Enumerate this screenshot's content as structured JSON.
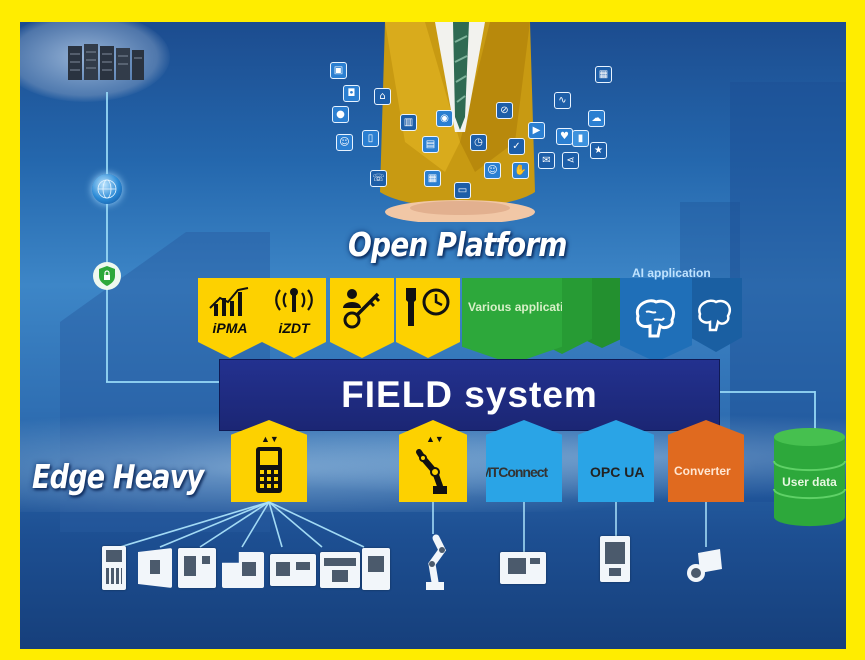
{
  "titles": {
    "open_platform": "Open Platform",
    "edge_heavy": "Edge Heavy"
  },
  "field_bar": {
    "label": "FIELD system"
  },
  "top_apps": {
    "ipma": "iPMA",
    "izdt": "iZDT",
    "various": "Various application",
    "ai": "AI application"
  },
  "bottom_connectors": {
    "mtconnect": "MTConnect",
    "opcua": "OPC UA",
    "converter": "Converter",
    "user_data": "User data"
  },
  "icons": [
    "server-rack-icon",
    "cloud-icon",
    "globe-icon",
    "shield-lock-icon",
    "chart-icon",
    "wrench-signal-icon",
    "key-user-icon",
    "gauge-clock-icon",
    "brain-icon",
    "controller-icon",
    "robot-arm-icon",
    "database-icon",
    "cnc-machine-icon",
    "camera-icon"
  ],
  "colors": {
    "border": "#ffed00",
    "field_bar": "#23318f",
    "yellow_tag": "#fdd100",
    "green_tag": "#2da83b",
    "blue_tag": "#1f6fb8",
    "cyan_tag": "#2aa4e6",
    "orange_tag": "#e06a1f",
    "user_data": "#2da83b"
  }
}
